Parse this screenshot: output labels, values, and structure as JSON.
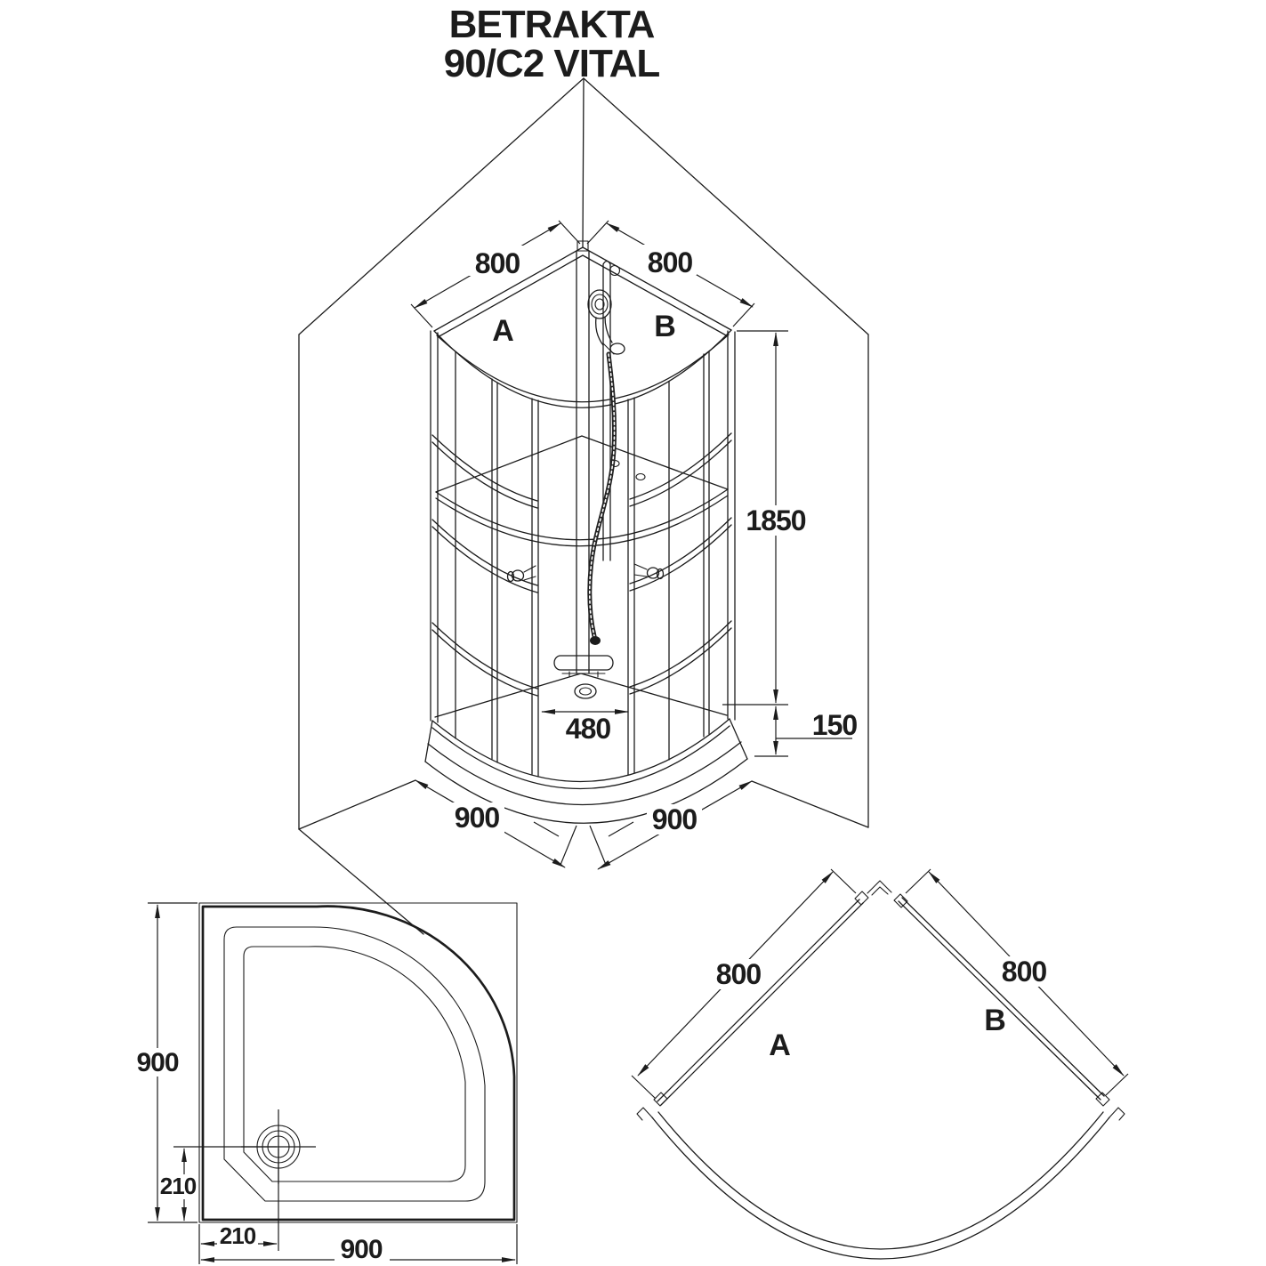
{
  "title": {
    "line1": "BETRAKTA",
    "line2": "90/C2 VITAL"
  },
  "iso_view": {
    "roof_panel_a": "A",
    "roof_panel_b": "B",
    "dim_roof_left": "800",
    "dim_roof_right": "800",
    "dim_height": "1850",
    "dim_opening": "480",
    "dim_tray_height": "150",
    "dim_base_left": "900",
    "dim_base_right": "900"
  },
  "tray_view": {
    "dim_side": "900",
    "dim_front": "900",
    "dim_drain_from_side": "210",
    "dim_drain_from_front": "210"
  },
  "panels_view": {
    "dim_panel_a": "800",
    "dim_panel_b": "800",
    "label_a": "A",
    "label_b": "B"
  },
  "colors": {
    "ink": "#1c1c1c",
    "background": "#ffffff"
  }
}
